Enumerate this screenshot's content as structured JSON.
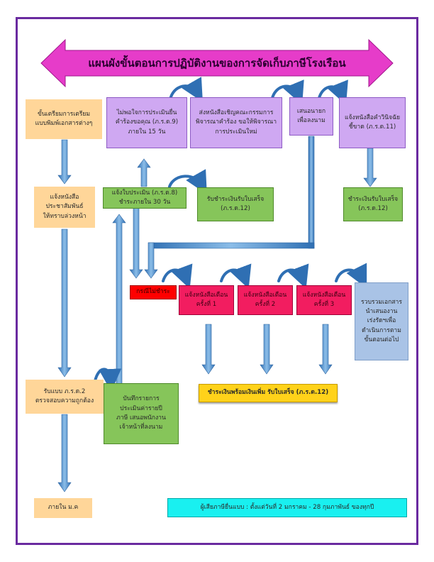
{
  "title": "แผนผังขั้นตอนการปฏิบัติงานของการจัดเก็บภาษีโรงเรือน",
  "colors": {
    "frame": "#6a2aa0",
    "title_banner": "#e63cc9",
    "orange": "#ffd699",
    "violet": "#cfa8f2",
    "green": "#86c55a",
    "red": "#f21d60",
    "blue": "#a9c3e6",
    "yellow": "#ffd21a",
    "cyan": "#19f0f0",
    "arrow": "#4a8ac8"
  },
  "boxes": {
    "prepare_forms": "ขั้นเตรียมการเตรียม\nแบบพิมพ์เอกสารต่างๆ",
    "announce": "แจ้งหนังสือ\nประชาสัมพันธ์\nให้ทราบล่วงหน้า",
    "receive_form": "รับแบบ ภ.ร.ด.2\nตรวจสอบความถูกต้อง",
    "within_mk": "ภายใน ม.ค",
    "dissatisfied": "ไม่พอใจการประเมินยื่น\nคำร้องขอคุณ (ภ.ร.ด.9)\nภายใน 15 วัน",
    "invite_committee": "ส่งหนังสือเชิญคณะกรรมการ\nพิจารณาคำร้อง ขอให้พิจารณา\nการประเมินใหม่",
    "propose_mayor": "เสนอนายก\nเพื่อลงนาม",
    "notify_ruling": "แจ้งหนังสือคำวินิจฉัย\nชี้ขาด (ภ.ร.ด.11)",
    "notify_assessment": "แจ้งใบประเมิน (ภ.ร.ด.8)\nชำระภายใน 30 วัน",
    "pay_receipt_1": "รับชำระเงินรับใบเสร็จ\n(ภ.ร.ด.12)",
    "pay_receipt_2": "ชำระเงินรับใบเสร็จ\n(ภ.ร.ด.12)",
    "record_yearly": "บันทึกรายการ\nประเมินค่ารายปี\nภาษี เสนอพนักงาน\nเจ้าหน้าที่ลงนาม",
    "not_paid": "กรณีไม่ชำระ",
    "notice_1": "แจ้งหนังสือเตือน\nครั้งที่ 1",
    "notice_2": "แจ้งหนังสือเตือน\nครั้งที่ 2",
    "notice_3": "แจ้งหนังสือเตือน\nครั้งที่ 3",
    "compile_docs": "รวบรวมเอกสาร\nนำเสนองาน\nเร่งรัดฯเพื่อ\nดำเนินการตาม\nขั้นตอนต่อไป",
    "pay_with_fine": "ชำระเงินพร้อมเงินเพิ่ม  รับใบเสร็จ (ภ.ร.ด.12)",
    "taxpayer_period": "ผู้เสียภาษียื่นแบบ : ตั้งแต่วันที่  2  มกราคม - 28  กุมภาพันธ์  ของทุกปี"
  }
}
